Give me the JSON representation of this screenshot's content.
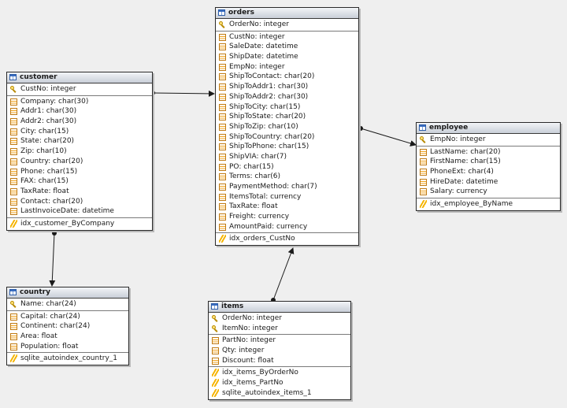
{
  "tables": [
    {
      "name": "orders",
      "pk": [
        "OrderNo: integer"
      ],
      "fields": [
        "CustNo: integer",
        "SaleDate: datetime",
        "ShipDate: datetime",
        "EmpNo: integer",
        "ShipToContact: char(20)",
        "ShipToAddr1: char(30)",
        "ShipToAddr2: char(30)",
        "ShipToCity: char(15)",
        "ShipToState: char(20)",
        "ShipToZip: char(10)",
        "ShipToCountry: char(20)",
        "ShipToPhone: char(15)",
        "ShipVIA: char(7)",
        "PO: char(15)",
        "Terms: char(6)",
        "PaymentMethod: char(7)",
        "ItemsTotal: currency",
        "TaxRate: float",
        "Freight: currency",
        "AmountPaid: currency"
      ],
      "indexes": [
        "idx_orders_CustNo"
      ]
    },
    {
      "name": "customer",
      "pk": [
        "CustNo: integer"
      ],
      "fields": [
        "Company: char(30)",
        "Addr1: char(30)",
        "Addr2: char(30)",
        "City: char(15)",
        "State: char(20)",
        "Zip: char(10)",
        "Country: char(20)",
        "Phone: char(15)",
        "FAX: char(15)",
        "TaxRate: float",
        "Contact: char(20)",
        "LastInvoiceDate: datetime"
      ],
      "indexes": [
        "idx_customer_ByCompany"
      ]
    },
    {
      "name": "employee",
      "pk": [
        "EmpNo: integer"
      ],
      "fields": [
        "LastName: char(20)",
        "FirstName: char(15)",
        "PhoneExt: char(4)",
        "HireDate: datetime",
        "Salary: currency"
      ],
      "indexes": [
        "idx_employee_ByName"
      ]
    },
    {
      "name": "country",
      "pk": [
        "Name: char(24)"
      ],
      "fields": [
        "Capital: char(24)",
        "Continent: char(24)",
        "Area: float",
        "Population: float"
      ],
      "indexes": [
        "sqlite_autoindex_country_1"
      ]
    },
    {
      "name": "items",
      "pk": [
        "OrderNo: integer",
        "ItemNo: integer"
      ],
      "fields": [
        "PartNo: integer",
        "Qty: integer",
        "Discount: float"
      ],
      "indexes": [
        "idx_items_ByOrderNo",
        "idx_items_PartNo",
        "sqlite_autoindex_items_1"
      ]
    }
  ],
  "relations": [
    {
      "from": "customer",
      "to": "orders"
    },
    {
      "from": "orders",
      "to": "employee"
    },
    {
      "from": "customer",
      "to": "country"
    },
    {
      "from": "items",
      "to": "orders"
    }
  ]
}
